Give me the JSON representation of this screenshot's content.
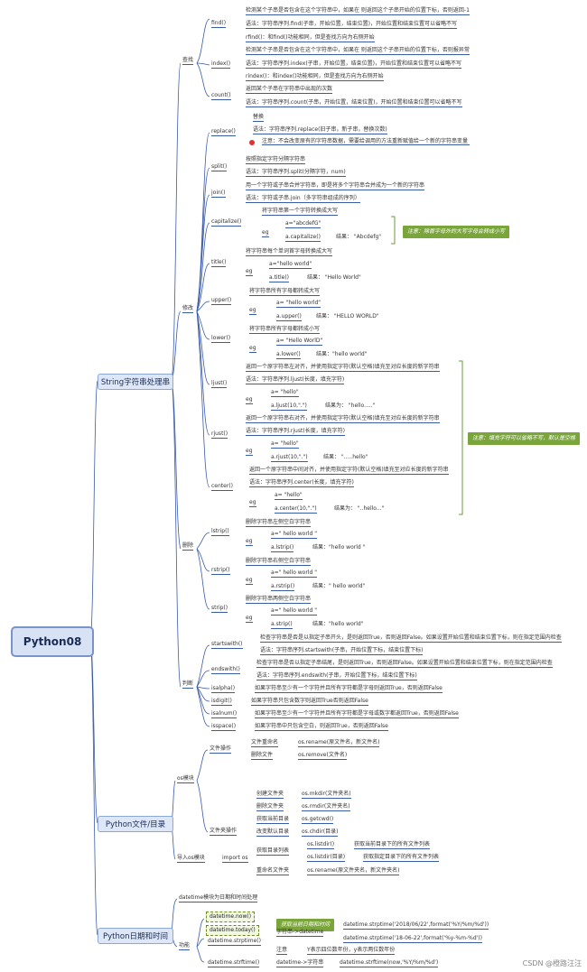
{
  "root": "Python08",
  "branches": {
    "string": "String字符串处理串",
    "file": "Python文件/目录",
    "datetime": "Python日期和时间"
  },
  "groups": {
    "find": "查找",
    "modify": "修改",
    "delete": "删除",
    "judge": "判断",
    "os_module": "os模块",
    "import_os": "导入os模块",
    "import_os_code": "import os",
    "file_ops": "文件操作",
    "dir_ops": "文件夹操作",
    "datetime_module": "datetime模块为日期和时间处理",
    "functions": "功能"
  },
  "find": {
    "find": {
      "name": "find()",
      "desc": "检测某个子串是否包含在这个字符串中，如果在 则返回这个子串开始的位置下标，否则返回-1",
      "syntax": "语法：字符串序列.find(子串，开始位置，结束位置)，开始位置和结束位置可以省略不写",
      "rfind": "rfind()：和find()功能相同，但是查找方向为右侧开始"
    },
    "index": {
      "name": "index()",
      "desc": "检测某个子串是否包含在这个字符串中，如果在 则返回这个子串开始的位置下标，否则报异常",
      "syntax": "语法：字符串序列.index(子串，开始位置，结束位置)，开始位置和结束位置可以省略不写",
      "rindex": "rindex()：和index()功能相同，但是查找方向为右侧开始"
    },
    "count": {
      "name": "count()",
      "desc": "返回某个子串在字符串中出现的次数",
      "syntax": "语法：字符串序列.count(子串，开始位置，结束位置)，开始位置和结束位置可以省略不写"
    }
  },
  "modify": {
    "replace": {
      "name": "replace()",
      "desc": "替换",
      "syntax": "语法：字符串序列.replace(旧子串，新子串，替换次数)",
      "note": "注意：不会改变原有的字符串数据，需要给调用的方法重新赋值给一个新的字符串变量"
    },
    "split": {
      "name": "split()",
      "desc": "按照指定字符分隔字符串",
      "syntax": "语法：字符串序列.split(分隔字符，num)"
    },
    "join": {
      "name": "join()",
      "desc": "用一个字符或子串合并字符串，即是将多个字符串合并成为一个新的字符串",
      "syntax": "语法：字符或子串.join（多字符串组成的序列）"
    },
    "capitalize": {
      "name": "capitalize()",
      "desc": "将字符串第一个字符转换成大写",
      "eg": "eg",
      "ex1": "a=\"abcdefG\"",
      "ex2": "a.capitalize()",
      "result": "结果：  \"Abcdefg\"",
      "note": "注意：除首字母外的大写字母会转成小写"
    },
    "title": {
      "name": "title()",
      "desc": "将字符串每个单词首字母转换成大写",
      "eg": "eg",
      "ex1": "a=\"hello world\"",
      "ex2": "a.title()",
      "result": "结果：  \"Hello World\""
    },
    "upper": {
      "name": "upper()",
      "desc": "将字符串所有字母都转成大写",
      "eg": "eg",
      "ex1": "a=  \"hello world\"",
      "ex2": "a.upper()",
      "result": "结果：  \"HELLO WORLD\""
    },
    "lower": {
      "name": "lower()",
      "desc": "将字符串所有字母都转成小写",
      "eg": "eg",
      "ex1": "a=  \"Hello WorlD\"",
      "ex2": "a.lower()",
      "result": "结果：\"hello world\""
    },
    "ljust": {
      "name": "ljust()",
      "desc": "返回一个原字符串左对齐，并使用指定字符(默认空格)填充至对应长度的新字符串",
      "syntax": "语法：字符串序列.ljust(长度，填充字符)",
      "eg": "eg",
      "ex1": "a=  \"hello\"",
      "ex2": "a.ljust(10,\".\")",
      "result": "结果为：  \"hello.....\""
    },
    "rjust": {
      "name": "rjust()",
      "desc": "返回一个原字符串右对齐，并使用指定字符(默认空格)填充至对应长度的新字符串",
      "syntax": "语法：字符串序列.rjust(长度，填充字符)",
      "eg": "eg",
      "ex1": "a=  \"hello\"",
      "ex2": "a.rjust(10,\".\")",
      "result": "结果：  \".....hello\""
    },
    "center": {
      "name": "center()",
      "desc": "返回一个原字符串中间对齐，并使用指定字符(默认空格)填充至对应长度的新字符串",
      "syntax": "语法：字符串序列.center(长度，填充字符)",
      "eg": "eg",
      "ex1": "a=  \"hello\"",
      "ex2": "a.center(10,\".\")",
      "result": "结果为：  \"..hello...\""
    },
    "pad_note": "注意：填充字符可以省略不写，默认是空格"
  },
  "delete": {
    "lstrip": {
      "name": "lstrip()",
      "desc": "删除字符串左侧空白字符串",
      "eg": "eg",
      "ex1": "a=\"    hello world    \"",
      "ex2": "a.lstrip()",
      "result": "结果：\"hello world    \""
    },
    "rstrip": {
      "name": "rstrip()",
      "desc": "删除字符串右侧空白字符串",
      "eg": "eg",
      "ex1": "a=\"    hello world    \"",
      "ex2": "a.rstrip()",
      "result": "结果：\"    hello world\""
    },
    "strip": {
      "name": "strip()",
      "desc": "删除字符串两侧空白字符串",
      "eg": "eg",
      "ex1": "a=\"    hello world    \"",
      "ex2": "a.strip()",
      "result": "结果：\"hello world\""
    }
  },
  "judge": {
    "startswith": {
      "name": "startswith()",
      "desc": "检查字符串是否是以指定子串开头，是则返回True，否则返回False。如果设置开始位置和结束位置下标，则在指定范围内检查",
      "syntax": "语法：字符串序列.startswith(子串，开始位置下标，结束位置下标)"
    },
    "endswith": {
      "name": "endswith()",
      "desc": "检查字符串是否以指定子串结尾，是则返回True，否则返回False。如果设置开始位置和结束位置下标，则在指定范围内检查",
      "syntax": "语法：字符串序列.endswith(子串，开始位置下标，结束位置下标)"
    },
    "isalpha": {
      "name": "isalpha()",
      "desc": "如果字符串至少有一个字符并且所有字符都是字母则返回True，否则返回False"
    },
    "isdigit": {
      "name": "isdigit()",
      "desc": "如果字符串只包含数字则返回True否则返回False"
    },
    "isalnum": {
      "name": "isalnum()",
      "desc": "如果字符串至少有一个字符并且所有字符都是字母或数字都返回True，否则返回False"
    },
    "isspace": {
      "name": "isspace()",
      "desc": "如果字符串中只包含空白，则返回True，否则返回False"
    }
  },
  "file_ops": {
    "rename_label": "文件重命名",
    "rename_code": "os.rename(原文件名，新文件名)",
    "remove_label": "删除文件",
    "remove_code": "os.remove(文件名)"
  },
  "dir_ops": {
    "mkdir_label": "创建文件夹",
    "mkdir_code": "os.mkdir(文件夹名)",
    "rmdir_label": "删除文件夹",
    "rmdir_code": "os.rmdir(文件夹名)",
    "getcwd_label": "获取当前目录",
    "getcwd_code": "os.getcwd()",
    "chdir_label": "改变默认目录",
    "chdir_code": "os.chdir(目录)",
    "listdir_label": "获取目录列表",
    "listdir1_code": "os.listdir()",
    "listdir1_desc": "获取当前目录下的所有文件列表",
    "listdir2_code": "os.listdir(目录)",
    "listdir2_desc": "获取指定目录下的所有文件列表",
    "renamedir_label": "重命名文件夹",
    "renamedir_code": "os.rename(原文件夹名，新文件夹名)"
  },
  "datetime": {
    "now": "datetime.now()",
    "today": "datetime.today()",
    "current_note": "获取当前日期和时间",
    "strptime": "datetime.strptime()",
    "str_to_dt": "字符串->datetime",
    "strptime_ex1": "datetime.strptime('2018/06/22',format('%Y/%m/%d'))",
    "strptime_ex2": "datetime.strptime('18-06-22',format('%y-%m-%d'))",
    "notice": "注意",
    "notice_text": "Y表示四位数年份，y表示两位数年份",
    "strftime": "datetime.strftime()",
    "dt_to_str": "datetime->字符串",
    "strftime_ex": "datetime.strftime(now,'%Y/%m/%d')"
  },
  "watermark": "CSDN @橙路汪汪",
  "colors": {
    "line": "#3a5ba8",
    "root_fill": "#d7e3f5",
    "branch_fill": "#dde7f7",
    "note_fill": "#7aa53a",
    "bracket": "#6b9b3a"
  }
}
